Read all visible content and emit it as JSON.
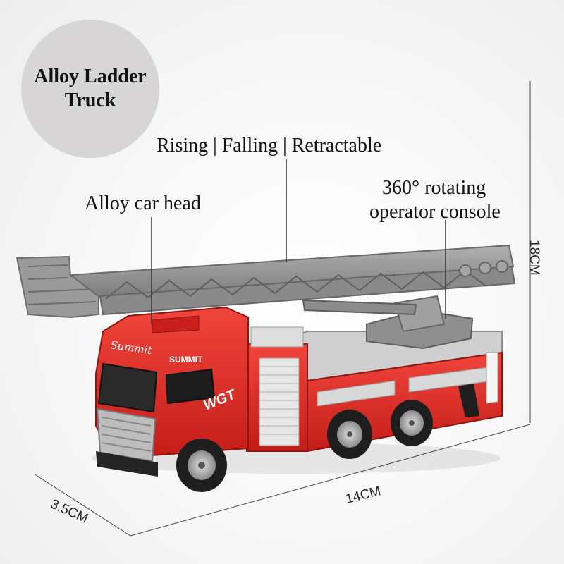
{
  "badge": {
    "line1": "Alloy Ladder",
    "line2": "Truck"
  },
  "callouts": {
    "ladder": "Rising | Falling | Retractable",
    "head": "Alloy car head",
    "console_line1": "360° rotating",
    "console_line2": "operator console"
  },
  "dimensions": {
    "height": "18CM",
    "length": "14CM",
    "width": "3.5CM"
  },
  "truck": {
    "cab_script": "Summit",
    "cab_brand": "SUMMIT",
    "door_mark": "WGT",
    "colors": {
      "body": "#e32a23",
      "ladder": "#8e8e8e",
      "deck": "#c9c9c9",
      "tire": "#1e1e1e"
    }
  }
}
